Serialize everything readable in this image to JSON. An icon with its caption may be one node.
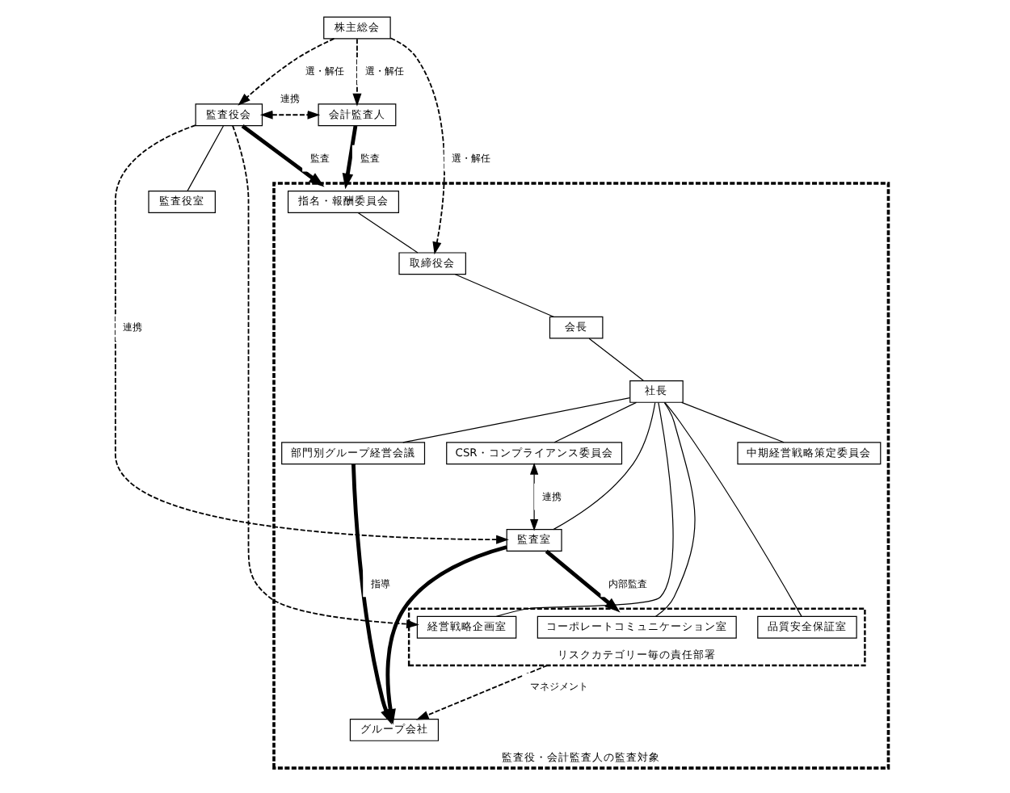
{
  "diagram": {
    "nodes": [
      {
        "text": [
          "株主総会"
        ]
      },
      {
        "text": [
          "監査役・会計監査人の監査対象"
        ]
      },
      {
        "text": [
          "指名・報酬委員会"
        ],
        "in": 1
      },
      {
        "text": [
          "取締役会"
        ],
        "in": 1
      },
      {
        "text": [
          "会長"
        ],
        "in": 1
      },
      {
        "text": [
          "社長"
        ],
        "in": 1
      },
      {
        "text": [
          "部門別グループ経営会議"
        ],
        "in": 1
      },
      {
        "text": [
          "中期経営戦略策定委員会"
        ],
        "in": 1
      },
      {
        "text": [
          "CSR・コンプライアンス委員会"
        ],
        "in": 1
      },
      {
        "text": [
          "監査室"
        ],
        "in": 1
      },
      {
        "text": [
          "リスクカテゴリー毎の責任部署"
        ],
        "in": 1
      },
      {
        "text": [
          "コーポレートコミュニケーション室"
        ],
        "in": 10
      },
      {
        "text": [
          "品質安全保証室"
        ],
        "in": 10
      },
      {
        "text": [
          "経営戦略企画室"
        ],
        "in": 10
      },
      {
        "text": [
          "グループ会社"
        ],
        "in": 1
      },
      {
        "text": [
          "監査役会"
        ]
      },
      {
        "text": [
          "監査役室"
        ]
      },
      {
        "text": [
          "会計監査人"
        ]
      }
    ],
    "edges": [
      {
        "from": 0,
        "to": 3,
        "arrow": "to",
        "label": "選・解任",
        "style": "dashed"
      },
      {
        "from": 0,
        "to": 15,
        "arrow": "to",
        "label": "選・解任",
        "style": "dashed"
      },
      {
        "from": 0,
        "to": 17,
        "arrow": "to",
        "label": "選・解任",
        "style": "dashed"
      },
      {
        "from": 2,
        "to": 3,
        "arrow": "none"
      },
      {
        "from": 3,
        "to": 4,
        "arrow": "none"
      },
      {
        "from": 4,
        "to": 5,
        "arrow": "none"
      },
      {
        "from": 5,
        "to": 6,
        "arrow": "none"
      },
      {
        "from": 5,
        "to": 7,
        "arrow": "none"
      },
      {
        "from": 5,
        "to": 8,
        "arrow": "none"
      },
      {
        "from": 5,
        "to": 9,
        "arrow": "none"
      },
      {
        "from": 5,
        "to": 11,
        "arrow": "none"
      },
      {
        "from": 5,
        "to": 12,
        "arrow": "none"
      },
      {
        "from": 5,
        "to": 13,
        "arrow": "none"
      },
      {
        "from": 15,
        "to": 16,
        "arrow": "none"
      },
      {
        "from": 15,
        "to": 17,
        "arrow": "both",
        "label": "連携",
        "style": "dashed"
      },
      {
        "from": 15,
        "to": 9,
        "arrow": "to",
        "label": "連携",
        "style": "dashed"
      },
      {
        "from": 15,
        "to": 13,
        "arrow": "to",
        "style": "dashed"
      },
      {
        "from": 15,
        "to": 1,
        "arrow": "to",
        "label": "監査",
        "style": "thick"
      },
      {
        "from": 17,
        "to": 1,
        "arrow": "to",
        "label": "監査",
        "style": "thick"
      },
      {
        "from": 8,
        "to": 9,
        "arrow": "both",
        "label": "連携"
      },
      {
        "from": 9,
        "to": 10,
        "arrow": "to",
        "label": "内部監査",
        "style": "thick"
      },
      {
        "from": 9,
        "to": 14,
        "arrow": "to",
        "style": "thick"
      },
      {
        "from": 10,
        "to": 14,
        "arrow": "to",
        "label": "マネジメント",
        "style": "dashed"
      },
      {
        "from": 6,
        "to": 14,
        "arrow": "to",
        "label": "指導",
        "style": "thick"
      }
    ]
  }
}
